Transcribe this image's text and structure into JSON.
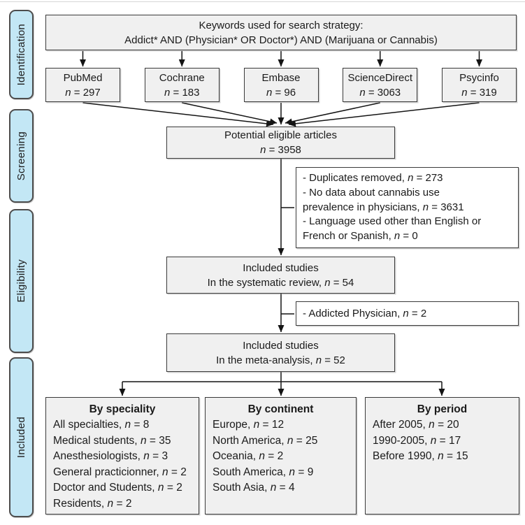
{
  "colors": {
    "box_fill": "#f0f0f0",
    "exclusion_fill": "#ffffff",
    "box_border": "#3a3a3a",
    "stage_fill": "#c3e7f5",
    "stage_border": "#4d4d4d",
    "connector_line": "#141414"
  },
  "sidebar": {
    "stages": [
      {
        "label": "Identification"
      },
      {
        "label": "Screening"
      },
      {
        "label": "Eligibility"
      },
      {
        "label": "Included"
      }
    ]
  },
  "keywords_box": {
    "line1": "Keywords used for search strategy:",
    "line2": "Addict* AND (Physician* OR Doctor*) AND (Marijuana or Cannabis)"
  },
  "databases": [
    {
      "name": "PubMed",
      "n_label": "n",
      "value": " = 297"
    },
    {
      "name": "Cochrane",
      "n_label": "n",
      "value": " = 183"
    },
    {
      "name": "Embase",
      "n_label": "n",
      "value": " = 96"
    },
    {
      "name": "ScienceDirect",
      "n_label": "n",
      "value": " = 3063"
    },
    {
      "name": "Psycinfo",
      "n_label": "n",
      "value": " = 319"
    }
  ],
  "potential_box": {
    "line1": "Potential eligible articles",
    "pre": "",
    "n_label": "n",
    "value": " = 3958"
  },
  "exclusions_screening": {
    "items": [
      {
        "pre": "- Duplicates removed, ",
        "n_label": "n",
        "value": " = 273"
      },
      {
        "pre": "- No data about cannabis use",
        "n_label": "",
        "value": ""
      },
      {
        "pre": "prevalence in physicians, ",
        "n_label": "n",
        "value": " = 3631"
      },
      {
        "pre": "- Language used other than English or",
        "n_label": "",
        "value": ""
      },
      {
        "pre": "French or Spanish, ",
        "n_label": "n",
        "value": " = 0"
      }
    ]
  },
  "systematic_box": {
    "line1": "Included studies",
    "pre": "In the systematic review, ",
    "n_label": "n",
    "value": " = 54"
  },
  "exclusion_eligibility": {
    "pre": "- Addicted Physician, ",
    "n_label": "n",
    "value": " = 2"
  },
  "meta_box": {
    "line1": "Included studies",
    "pre": "In the meta-analysis, ",
    "n_label": "n",
    "value": " = 52"
  },
  "groups": {
    "speciality": {
      "heading": "By speciality",
      "items": [
        {
          "pre": "All specialties, ",
          "n_label": "n",
          "value": " = 8"
        },
        {
          "pre": "Medical students, ",
          "n_label": "n",
          "value": " = 35"
        },
        {
          "pre": "Anesthesiologists, ",
          "n_label": "n",
          "value": " = 3"
        },
        {
          "pre": "General practicionner, ",
          "n_label": "n",
          "value": " = 2"
        },
        {
          "pre": "Doctor and Students, ",
          "n_label": "n",
          "value": " = 2"
        },
        {
          "pre": "Residents, ",
          "n_label": "n",
          "value": " = 2"
        }
      ]
    },
    "continent": {
      "heading": "By continent",
      "items": [
        {
          "pre": "Europe, ",
          "n_label": "n",
          "value": " = 12"
        },
        {
          "pre": "North America, ",
          "n_label": "n",
          "value": " = 25"
        },
        {
          "pre": "Oceania, ",
          "n_label": "n",
          "value": " = 2"
        },
        {
          "pre": "South America, ",
          "n_label": "n",
          "value": " = 9"
        },
        {
          "pre": "South Asia, ",
          "n_label": "n",
          "value": " = 4"
        }
      ]
    },
    "period": {
      "heading": "By period",
      "items": [
        {
          "pre": "After 2005, ",
          "n_label": "n",
          "value": " = 20"
        },
        {
          "pre": "1990-2005, ",
          "n_label": "n",
          "value": " = 17"
        },
        {
          "pre": "Before 1990, ",
          "n_label": "n",
          "value": " = 15"
        }
      ]
    }
  }
}
